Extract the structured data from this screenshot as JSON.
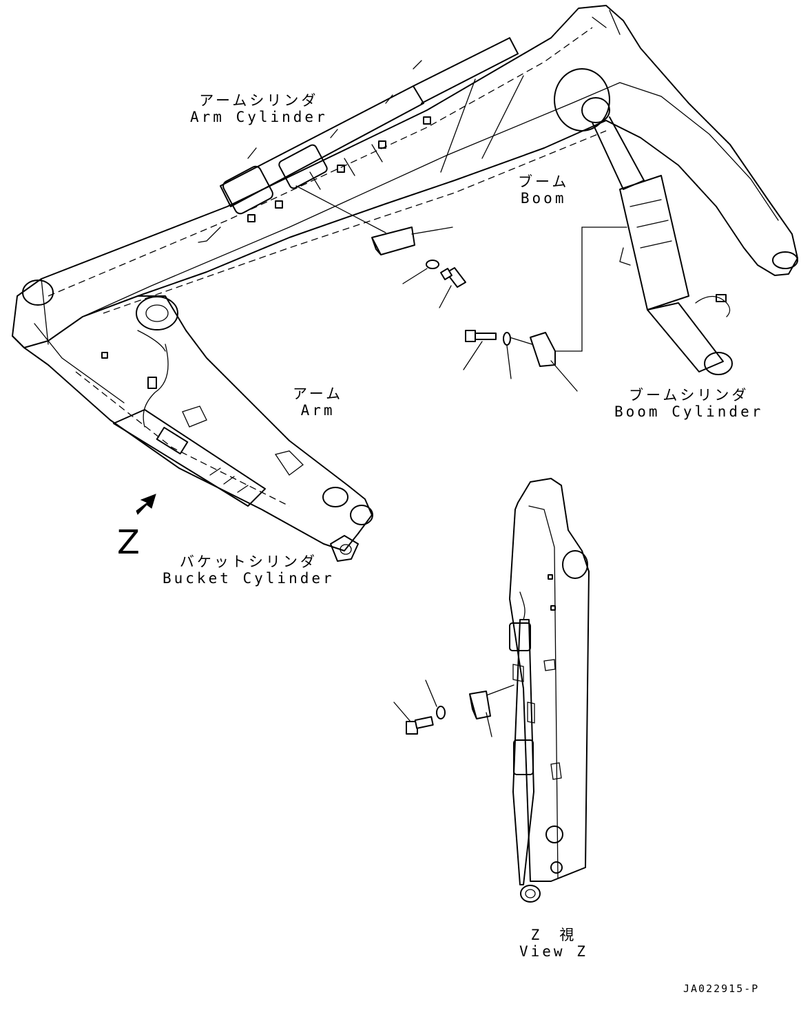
{
  "labels": {
    "arm_cylinder": {
      "ja": "アームシリンダ",
      "en": "Arm Cylinder"
    },
    "boom": {
      "ja": "ブーム",
      "en": "Boom"
    },
    "arm": {
      "ja": "アーム",
      "en": "Arm"
    },
    "boom_cylinder": {
      "ja": "ブームシリンダ",
      "en": "Boom Cylinder"
    },
    "bucket_cylinder": {
      "ja": "バケットシリンダ",
      "en": "Bucket Cylinder"
    },
    "view_marker": "Z",
    "view_z": {
      "ja": "Z　視",
      "en": "View Z"
    }
  },
  "drawing_code": "JA022915-P",
  "icons": [
    "view-direction-arrow-icon",
    "bracket-icon",
    "bolt-icon",
    "washer-icon"
  ]
}
